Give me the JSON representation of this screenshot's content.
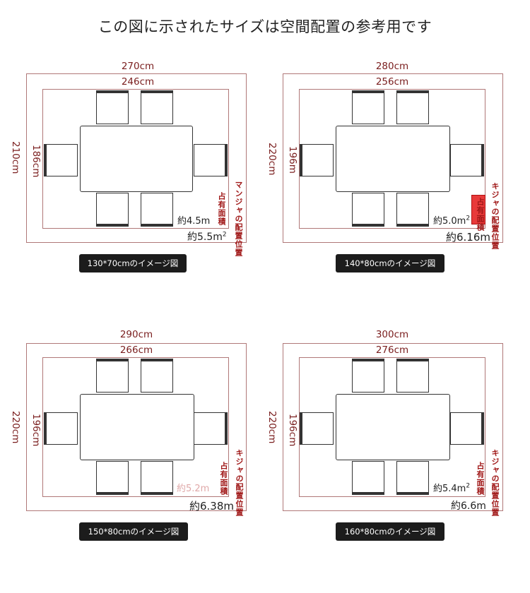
{
  "header": {
    "title": "この図に示されたサイズは空間配置の参考用です"
  },
  "panels": [
    {
      "outer_width": "270cm",
      "inner_width": "246cm",
      "outer_height": "210cm",
      "inner_height": "186cm",
      "area_inner_num": "約4.5m",
      "area_outer_num": "約5.5m",
      "area_unit": "2",
      "label_occupied": "占有面積",
      "label_furniture": "マンジャの配置位置",
      "caption": "130*70cmのイメージ図"
    },
    {
      "outer_width": "280cm",
      "inner_width": "256cm",
      "outer_height": "220cm",
      "inner_height": "196m",
      "area_inner_num": "約5.0m",
      "area_outer_num": "約6.16m",
      "area_unit": "2",
      "label_occupied": "占有面積",
      "label_furniture": "キジャの配置位置",
      "caption": "140*80cmのイメージ図"
    },
    {
      "outer_width": "290cm",
      "inner_width": "266cm",
      "outer_height": "220cm",
      "inner_height": "196cm",
      "area_inner_num": "約5.2m",
      "area_outer_num": "約6.38m",
      "label_occupied": "占有面積",
      "label_furniture": "キジャの配置位置",
      "caption": "150*80cmのイメージ図"
    },
    {
      "outer_width": "300cm",
      "inner_width": "276cm",
      "outer_height": "220cm",
      "inner_height": "196cm",
      "area_inner_num": "約5.4m",
      "area_outer_num": "約6.6m",
      "area_unit": "2",
      "label_occupied": "占有面積",
      "label_furniture": "キジャの配置位置",
      "caption": "160*80cmのイメージ図"
    }
  ]
}
